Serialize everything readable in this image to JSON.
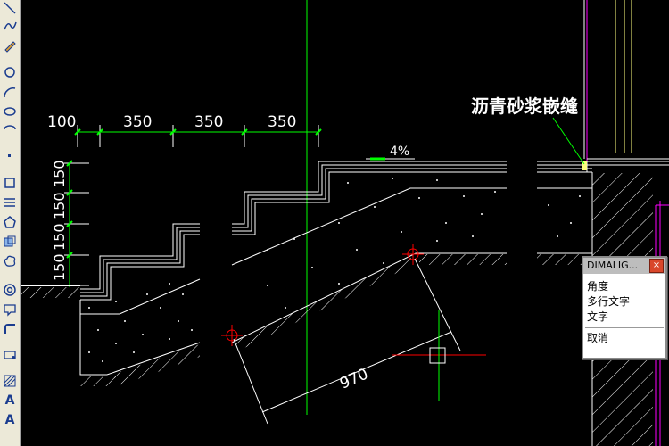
{
  "dimensions": {
    "top": [
      "100",
      "350",
      "350",
      "350"
    ],
    "left": [
      "150",
      "150",
      "150",
      "150"
    ],
    "diagonal": "970"
  },
  "slope_label": "4%",
  "callout_label": "沥青砂浆嵌缝",
  "context_menu": {
    "title": "DIMALIG...",
    "close_symbol": "×",
    "items": [
      "角度",
      "多行文字",
      "文字"
    ],
    "cancel": "取消"
  },
  "colors": {
    "background": "#000000",
    "lines": "#ffffff",
    "dimension_ticks": "#00ff00",
    "crosshair_vertical": "#00ff00",
    "marker": "#ff0000",
    "magenta_lines": "#ff00ff",
    "yellow_lines": "#ffff80"
  },
  "toolbar_icons": [
    "line-icon",
    "polyline-icon",
    "polygon-icon",
    "rectangle-icon",
    "arc-icon",
    "circle-icon",
    "revcloud-icon",
    "spline-icon",
    "ellipse-icon",
    "ellipse-arc-icon",
    "insert-block-icon",
    "make-block-icon",
    "point-icon",
    "hatch-icon",
    "gradient-icon",
    "region-icon",
    "table-icon",
    "multiline-text-icon",
    "text-icon"
  ]
}
